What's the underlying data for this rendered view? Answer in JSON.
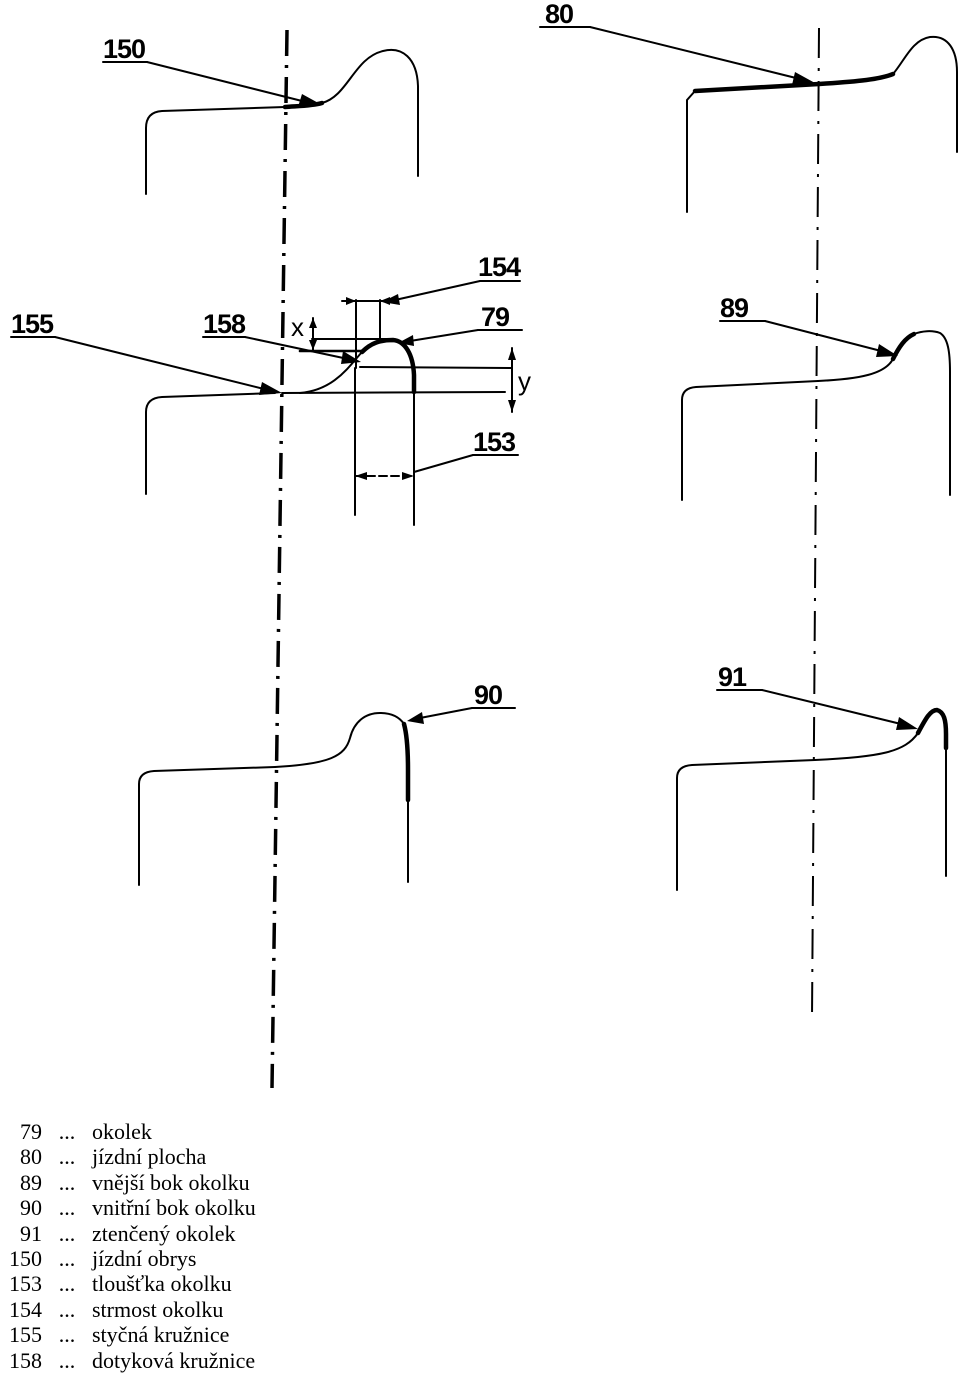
{
  "callouts": {
    "c150": "150",
    "c80": "80",
    "c154": "154",
    "c79": "79",
    "c155": "155",
    "c158": "158",
    "c89": "89",
    "c153": "153",
    "c90": "90",
    "c91": "91"
  },
  "dimensions": {
    "x": "x",
    "y": "y"
  },
  "legend": [
    {
      "num": "79",
      "sep": "...",
      "text": "okolek"
    },
    {
      "num": "80",
      "sep": "...",
      "text": "jízdní plocha"
    },
    {
      "num": "89",
      "sep": "...",
      "text": "vnější bok okolku"
    },
    {
      "num": "90",
      "sep": "...",
      "text": "vnitřní bok okolku"
    },
    {
      "num": "91",
      "sep": "...",
      "text": "ztenčený okolek"
    },
    {
      "num": "150",
      "sep": "...",
      "text": "jízdní obrys"
    },
    {
      "num": "153",
      "sep": "...",
      "text": "tloušťka okolku"
    },
    {
      "num": "154",
      "sep": "...",
      "text": "strmost okolku"
    },
    {
      "num": "155",
      "sep": "...",
      "text": "styčná kružnice"
    },
    {
      "num": "158",
      "sep": "...",
      "text": "dotyková kružnice"
    }
  ]
}
